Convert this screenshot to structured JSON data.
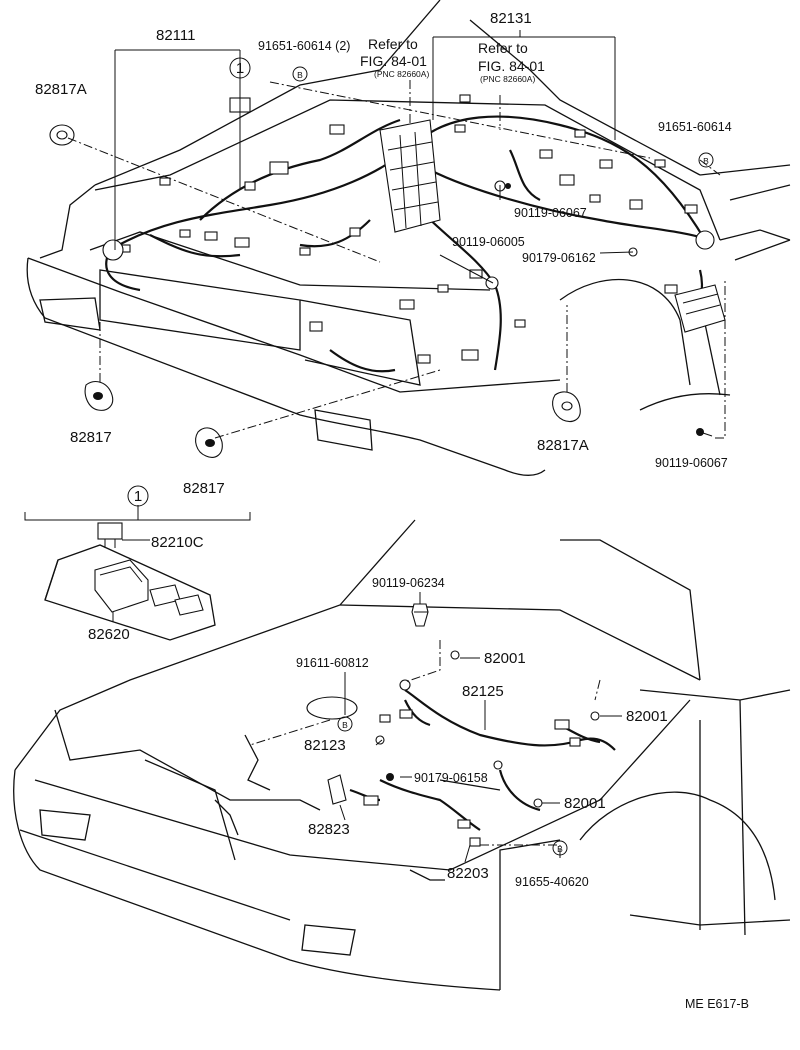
{
  "callouts": {
    "p82111": "82111",
    "p82131": "82131",
    "p91651_2": "91651-60614 (2)",
    "ref_a_line1": "Refer to",
    "ref_a_line2": "FIG. 84-01",
    "ref_a_pnc": "(PNC 82660A)",
    "ref_b_line1": "Refer to",
    "ref_b_line2": "FIG. 84-01",
    "ref_b_pnc": "(PNC 82660A)",
    "p82817A_top": "82817A",
    "p91651_right": "91651-60614",
    "p90119_06067_a": "90119-06067",
    "p90119_06005": "90119-06005",
    "p90179_06162": "90179-06162",
    "p82817_left": "82817",
    "p82817_mid": "82817",
    "p82817A_mid": "82817A",
    "p90119_06067_b": "90119-06067",
    "p82210C": "82210C",
    "p82620": "82620",
    "p90119_06234": "90119-06234",
    "p82001_a": "82001",
    "p91611_60812": "91611-60812",
    "p82125": "82125",
    "p82001_b": "82001",
    "p82123": "82123",
    "p90179_06158": "90179-06158",
    "p82001_c": "82001",
    "p82823": "82823",
    "p82203": "82203",
    "p91655_40620": "91655-40620"
  },
  "markers": {
    "circle_one": "1",
    "b_mark": "B"
  },
  "footer": {
    "code": "ME E617-B"
  }
}
